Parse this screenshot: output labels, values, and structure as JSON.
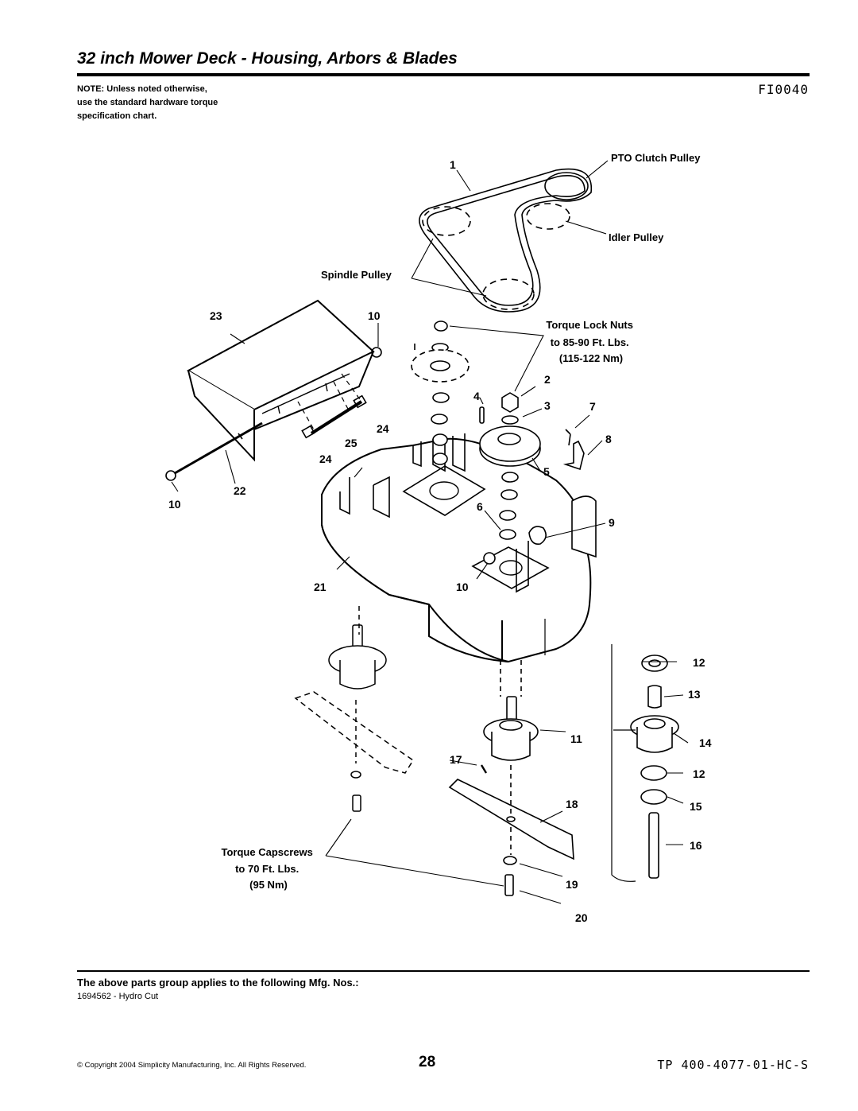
{
  "header": {
    "title": "32 inch Mower Deck - Housing, Arbors & Blades",
    "figure_id": "FI0040",
    "note_lines": [
      "NOTE: Unless noted otherwise,",
      "use the standard hardware torque",
      "specification chart."
    ]
  },
  "callouts": {
    "pto_clutch_pulley": "PTO Clutch Pulley",
    "idler_pulley": "Idler Pulley",
    "spindle_pulley": "Spindle Pulley",
    "torque_lock_nuts": [
      "Torque Lock Nuts",
      "to 85-90 Ft. Lbs.",
      "(115-122 Nm)"
    ],
    "torque_capscrews": [
      "Torque Capscrews",
      "to 70 Ft. Lbs.",
      "(95 Nm)"
    ]
  },
  "part_numbers": {
    "belt": "1",
    "cover": "23",
    "cover_nut": "10",
    "lock_nut": "2",
    "pin": "4",
    "washer_3": "3",
    "bolt_7": "7",
    "bracket_8": "8",
    "pulley_5": "5",
    "bushing_6": "6",
    "knob_9": "9",
    "nut_10b": "10",
    "rod_22": "22",
    "nut_10c": "10",
    "spring_24a": "24",
    "spacer_25": "25",
    "spring_24b": "24",
    "housing_21": "21",
    "bearing_12a": "12",
    "spacer_13": "13",
    "housing_14": "14",
    "spindle_11": "11",
    "screw_17": "17",
    "bearing_12b": "12",
    "washer_15": "15",
    "blade_18": "18",
    "shaft_16": "16",
    "washer_19": "19",
    "capscrew_20": "20"
  },
  "footer": {
    "applies_text": "The above parts group applies to the following Mfg. Nos.:",
    "mfg_number": "1694562 - Hydro Cut",
    "copyright": "© Copyright 2004 Simplicity Manufacturing, Inc. All Rights Reserved.",
    "page_number": "28",
    "doc_code": "TP 400-4077-01-HC-S"
  }
}
